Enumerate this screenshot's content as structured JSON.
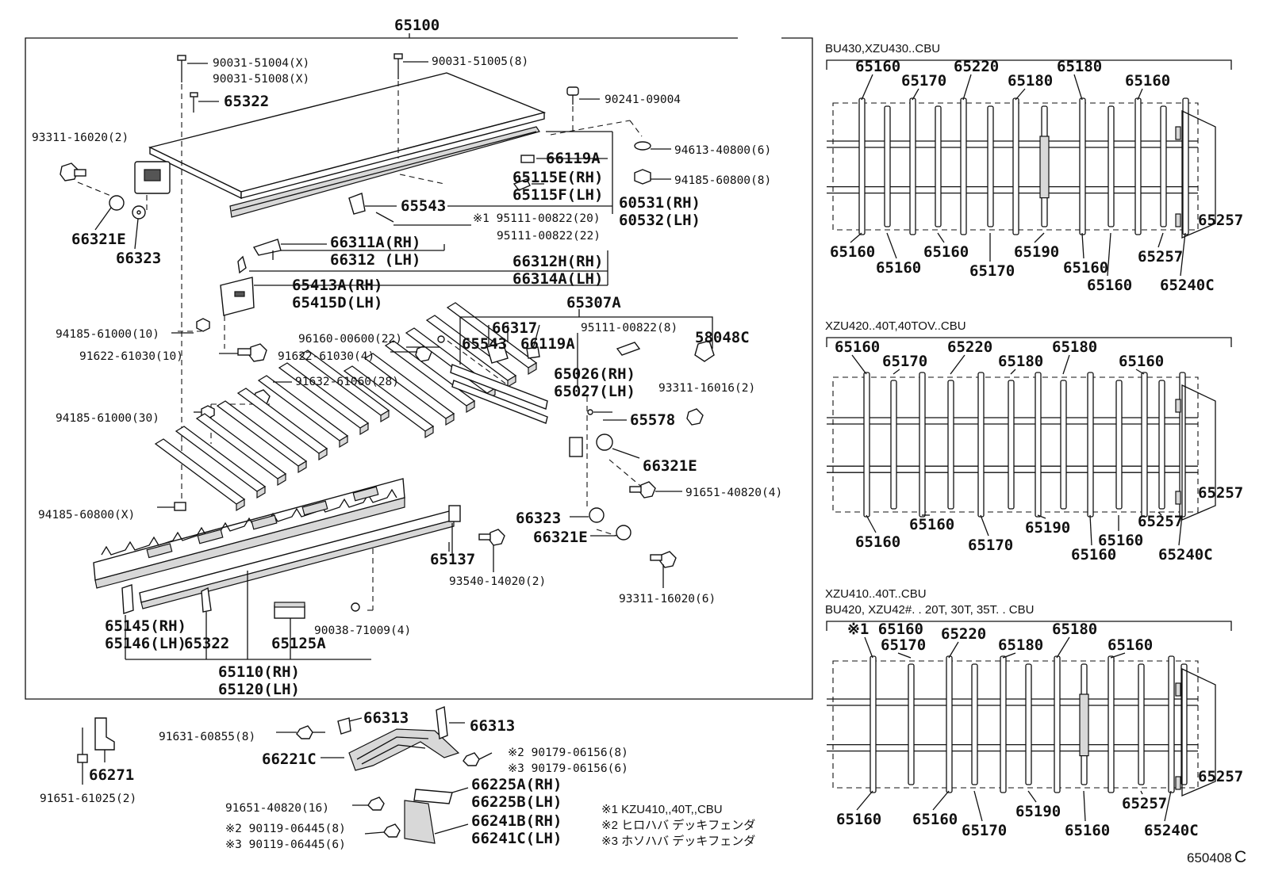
{
  "assembly": {
    "main": "65100",
    "frame_caption": [
      "65110(RH)",
      "65120(LH)"
    ],
    "diagram_id": "650408",
    "diagram_suffix": "C"
  },
  "labels": {
    "l01": "90031-51004(X)",
    "l02": "90031-51008(X)",
    "l03": "90031-51005(8)",
    "l04": "65322",
    "l05": "90241-09004",
    "l06": "93311-16020(2)",
    "l07": "66119A",
    "l08": "94613-40800(6)",
    "l09": "65115E(RH)",
    "l10": "65115F(LH)",
    "l11": "94185-60800(8)",
    "l12": "65543",
    "l13": "60531(RH)",
    "l14": "60532(LH)",
    "l15": "※1 95111-00822(20)",
    "l16": "95111-00822(22)",
    "l17": "66321E",
    "l18": "66323",
    "l19": "66311A(RH)",
    "l20": "66312  (LH)",
    "l21": "66312H(RH)",
    "l22": "66314A(LH)",
    "l23": "65413A(RH)",
    "l24": "65415D(LH)",
    "l25": "65307A",
    "l26": "94185-61000(10)",
    "l27": "96160-00600(22)",
    "l28": "66317",
    "l29": "95111-00822(8)",
    "l30": "58048C",
    "l31": "91622-61030(10)",
    "l32": "91622-61030(4)",
    "l33": "65543",
    "l34": "66119A",
    "l35": "65026(RH)",
    "l36": "65027(LH)",
    "l37": "91632-61060(28)",
    "l38": "93311-16016(2)",
    "l39": "94185-61000(30)",
    "l40": "65578",
    "l41": "66321E",
    "l42": "91651-40820(4)",
    "l43": "94185-60800(X)",
    "l44": "66323",
    "l45": "66321E",
    "l46": "65137",
    "l47": "93540-14020(2)",
    "l48": "93311-16020(6)",
    "l49": "65145(RH)",
    "l50": "65146(LH)",
    "l51": "65322",
    "l52": "65125A",
    "l53": "90038-71009(4)"
  },
  "fender": {
    "f01": "66313",
    "f02": "66313",
    "f03": "91631-60855(8)",
    "f04": "66221C",
    "f05": "※2 90179-06156(8)",
    "f06": "※3 90179-06156(6)",
    "f07": "66225A(RH)",
    "f08": "66225B(LH)",
    "f09": "91651-40820(16)",
    "f10": "66241B(RH)",
    "f11": "66241C(LH)",
    "f12": "※2 90119-06445(8)",
    "f13": "※3 90119-06445(6)",
    "f14": "66271",
    "f15": "91651-61025(2)"
  },
  "notes": [
    "※1 KZU410,,40T,,CBU",
    "※2 ヒロハバ デッキフェンダ",
    "※3 ホソハバ デッキフェンダ"
  ],
  "variants": [
    {
      "title": "BU430,XZU430..CBU",
      "top_labels": [
        "65160",
        "65170",
        "65220",
        "65180",
        "65180",
        "65160"
      ],
      "bottom_labels": [
        "65160",
        "65160",
        "65160",
        "65170",
        "65190",
        "65160",
        "65160",
        "65257",
        "65240C"
      ],
      "side_label": "65257"
    },
    {
      "title": "XZU420..40T,40TOV..CBU",
      "top_labels": [
        "65160",
        "65170",
        "65220",
        "65180",
        "65180",
        "65160"
      ],
      "bottom_labels": [
        "65160",
        "65160",
        "65170",
        "65190",
        "65160",
        "65160",
        "65257",
        "65240C"
      ],
      "side_label": "65257"
    },
    {
      "title": "XZU410..40T..CBU",
      "subtitle": "BU420, XZU42#. . 20T, 30T, 35T. . CBU",
      "top_labels": [
        "※1 65160",
        "65170",
        "65220",
        "65180",
        "65180",
        "65160"
      ],
      "bottom_labels": [
        "65160",
        "65160",
        "65170",
        "65190",
        "65160",
        "65257",
        "65240C"
      ],
      "side_label": "65257"
    }
  ]
}
